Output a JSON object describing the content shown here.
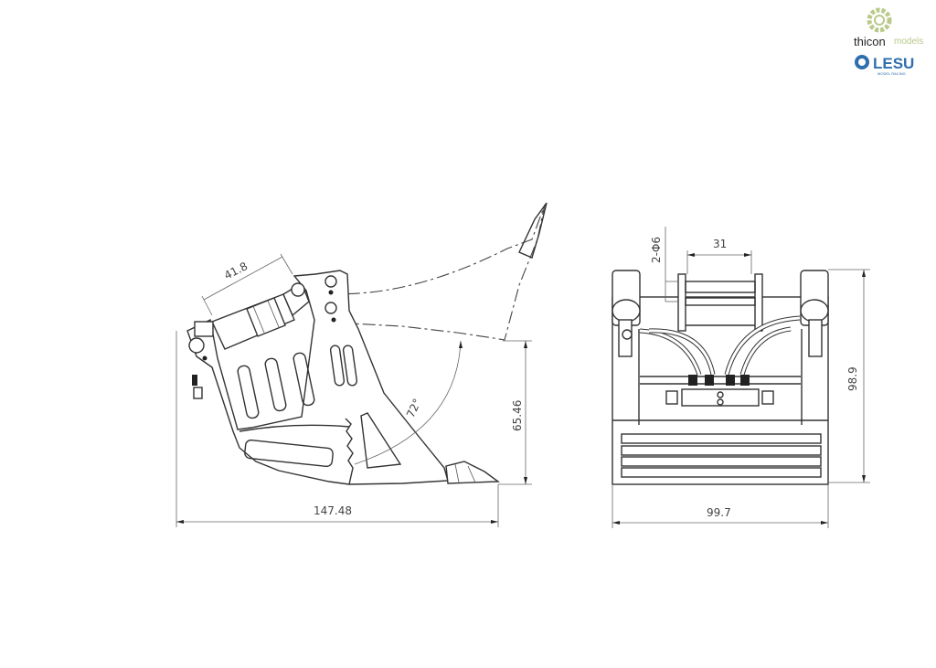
{
  "branding": {
    "logo_primary": "thicon",
    "logo_primary_sub": "models",
    "logo_secondary": "LESU",
    "logo_secondary_sub": "MODEL RACING",
    "colors": {
      "thicon_green": "#b9c98a",
      "lesu_blue": "#2f6fae"
    }
  },
  "side_view": {
    "dimensions": {
      "overall_length": "147.48",
      "height": "65.46",
      "cylinder_length": "41.8",
      "angle": "72°"
    }
  },
  "front_view": {
    "dimensions": {
      "overall_width": "99.7",
      "height": "98.9",
      "pin_spacing": "31",
      "hole_spec": "2-Φ6"
    }
  }
}
